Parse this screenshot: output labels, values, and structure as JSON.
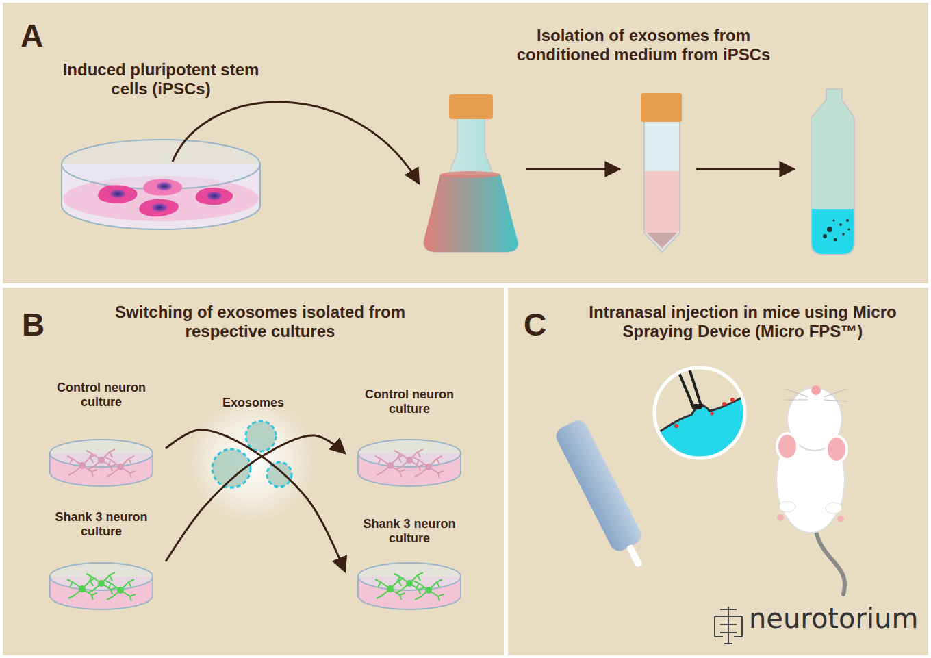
{
  "diagram": {
    "nodes": [
      {
        "text": [
          "A",
          "Isolation of exosomes from conditioned medium from iPSCs"
        ]
      },
      {
        "text": [
          "Induced pluripotent stem cells (iPSCs)"
        ],
        "in": 0
      },
      {
        "text": [
          "B",
          "Switching of exosomes isolated from respective cultures"
        ]
      },
      {
        "text": [
          "Control neuron culture"
        ],
        "in": 2
      },
      {
        "text": [
          "Shank 3 neuron culture"
        ],
        "in": 2
      },
      {
        "text": [
          "Exosomes"
        ],
        "in": 2
      },
      {
        "text": [
          "Control neuron culture"
        ],
        "in": 2
      },
      {
        "text": [
          "Shank 3 neuron culture"
        ],
        "in": 2
      },
      {
        "text": [
          "C",
          "Intranasal injection in mice using Micro Spraying Device (Micro FPS™)"
        ]
      }
    ],
    "edges": [
      {
        "from": 3,
        "to": 7,
        "arrow": "to"
      },
      {
        "from": 4,
        "to": 6,
        "arrow": "to"
      }
    ],
    "labels": [
      "neurotorium"
    ]
  }
}
